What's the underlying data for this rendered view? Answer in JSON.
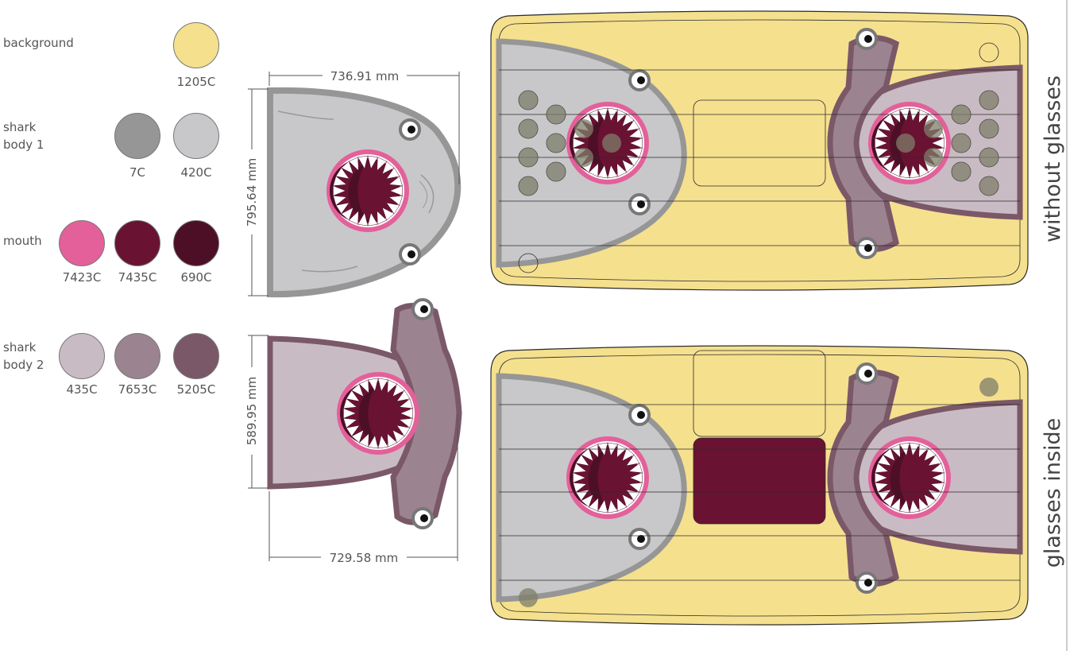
{
  "palette": [
    {
      "label": "background",
      "swatches": [
        {
          "code": "1205C",
          "hex": "#F5E08E"
        }
      ]
    },
    {
      "label": "shark\nbody 1",
      "swatches": [
        {
          "code": "7C",
          "hex": "#969696"
        },
        {
          "code": "420C",
          "hex": "#C8C8CA"
        }
      ]
    },
    {
      "label": "mouth",
      "swatches": [
        {
          "code": "7423C",
          "hex": "#E4609A"
        },
        {
          "code": "7435C",
          "hex": "#6A1232"
        },
        {
          "code": "690C",
          "hex": "#4D0F26"
        }
      ]
    },
    {
      "label": "shark\nbody 2",
      "swatches": [
        {
          "code": "435C",
          "hex": "#C9BBC3"
        },
        {
          "code": "7653C",
          "hex": "#9C8390"
        },
        {
          "code": "5205C",
          "hex": "#7A5868"
        }
      ]
    }
  ],
  "dimensions": {
    "shark1_width": "736.91 mm",
    "shark1_height": "795.64 mm",
    "shark2_height": "589.95 mm",
    "shark2_width": "729.58 mm"
  },
  "boards": {
    "top_label": "without glasses",
    "bottom_label": "glasses inside"
  },
  "colors": {
    "outline": "#2b2b2b",
    "eye_white": "#ffffff",
    "teeth": "#ffffff",
    "glass_fill": "#7d7d6a",
    "tray_fill": "#6A1232"
  }
}
